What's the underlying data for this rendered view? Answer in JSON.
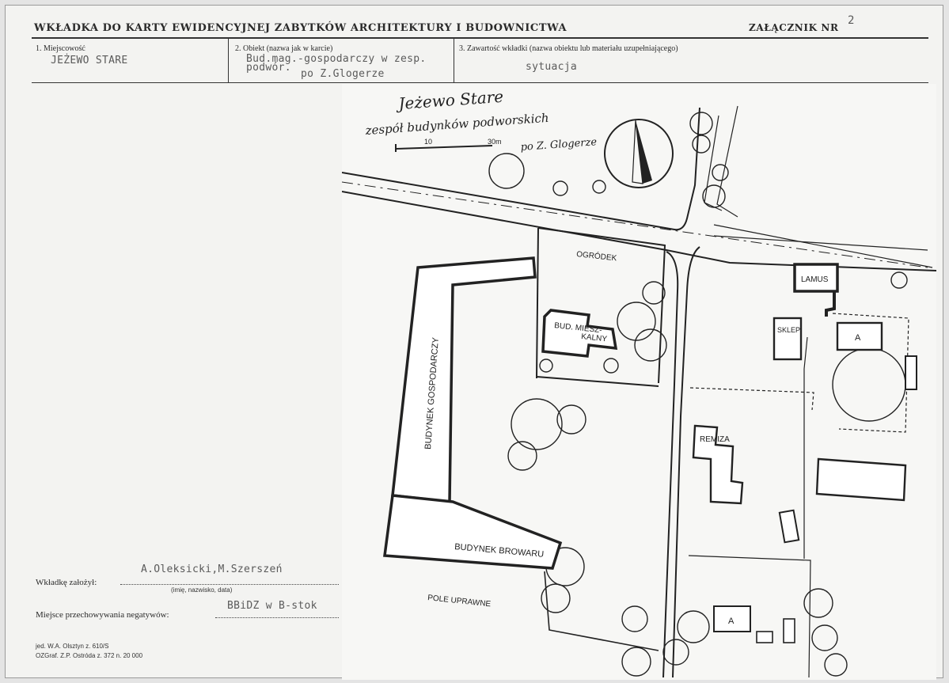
{
  "header": {
    "title": "WKŁADKA DO KARTY EWIDENCYJNEJ ZABYTKÓW ARCHITEKTURY I BUDOWNICTWA",
    "attachment_label": "ZAŁĄCZNIK NR",
    "attachment_number": "2"
  },
  "fields": {
    "f1_label": "1. Miejscowość",
    "f1_value": "JEŻEWO STARE",
    "f2_label": "2. Obiekt (nazwa jak w karcie)",
    "f2_value_line1": "Bud.mag.-gospodarczy w zesp.",
    "f2_value_line2": "podwór.",
    "f2_value_line3": "po Z.Glogerze",
    "f3_label": "3. Zawartość wkładki (nazwa obiektu lub materiału uzupełniającego)",
    "f3_value": "sytuacja"
  },
  "plan": {
    "title": "Jeżewo Stare",
    "subtitle": "zespół budynków podworskich",
    "credit": "po Z. Glogerze",
    "scale_10": "10",
    "scale_30": "30m",
    "labels": {
      "ogrodek": "OGRÓDEK",
      "bud_mieszkalny_1": "BUD. MIESZ-",
      "bud_mieszkalny_2": "KALNY",
      "budynek_gospodarczy": "BUDYNEK GOSPODARCZY",
      "budynek_browaru": "BUDYNEK BROWARU",
      "pole_uprawne": "POLE UPRAWNE",
      "lamus": "LAMUS",
      "sklep": "SKLEP",
      "remiza": "REMIZA",
      "chapel_1": "A",
      "chapel_2": "A"
    }
  },
  "footer": {
    "created_by_label": "Wkładkę założył:",
    "created_by_value": "A.Oleksicki,M.Szerszeń",
    "created_by_hint": "(imię, nazwisko, data)",
    "negatives_label": "Miejsce przechowywania negatywów:",
    "negatives_value": "BBiDZ w B-stok",
    "print_1": "jed. W.A. Olsztyn z. 610/S",
    "print_2": "OZGraf. Z.P. Ostróda z. 372 n. 20 000"
  }
}
